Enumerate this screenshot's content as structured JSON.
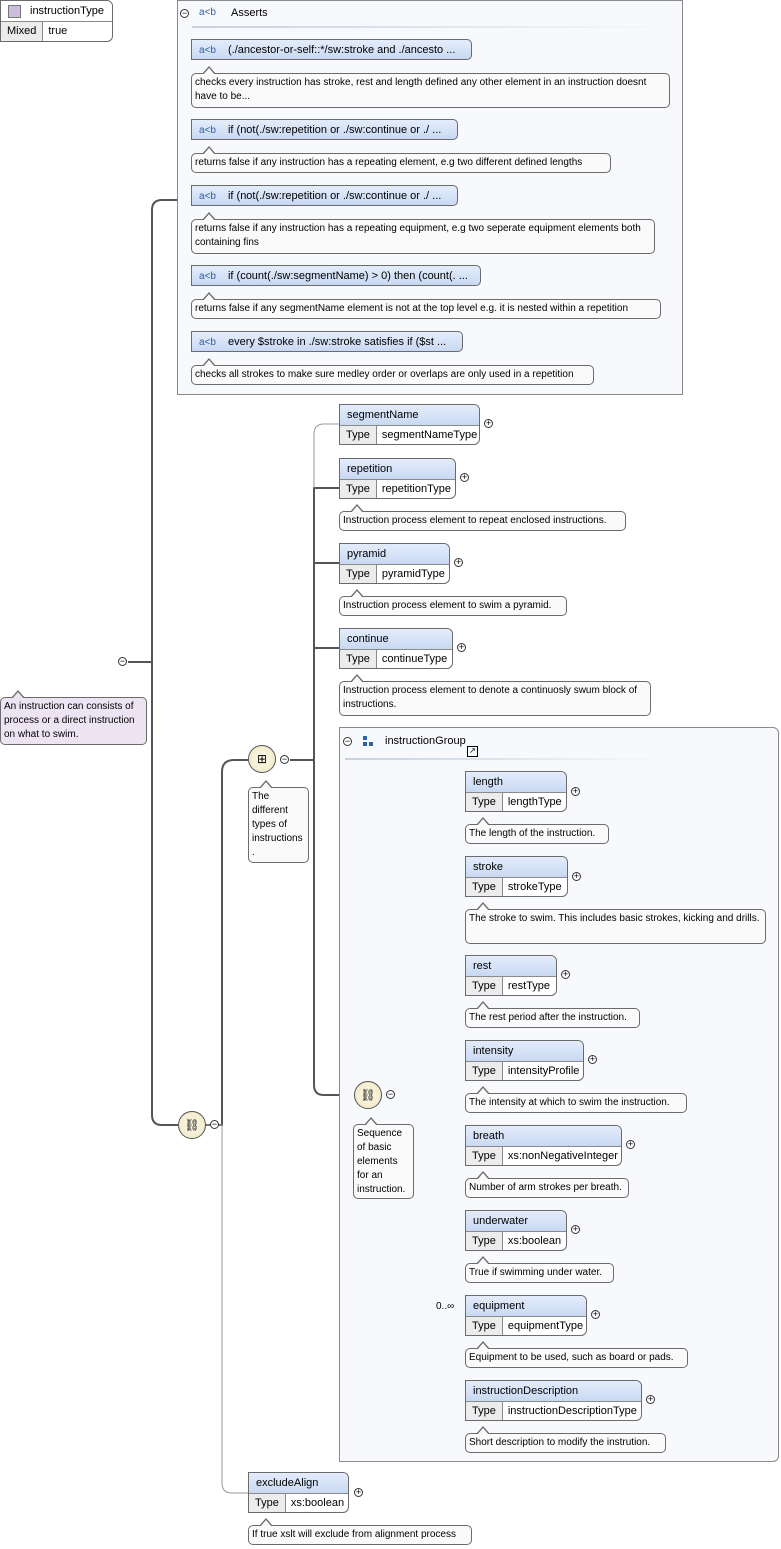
{
  "root": {
    "name": "instructionType",
    "attr_key": "Mixed",
    "attr_val": "true",
    "doc": "An instruction can consists of process or a direct instruction on what to swim."
  },
  "asserts": {
    "title": "Asserts",
    "tag": "a<b",
    "items": [
      {
        "expr": "(./ancestor-or-self::*/sw:stroke and ./ancesto ...",
        "doc": "checks every instruction has stroke, rest and length defined any other element in an instruction doesnt have to be..."
      },
      {
        "expr": "if (not(./sw:repetition or ./sw:continue or ./ ...",
        "doc": "returns false if any instruction has a repeating element, e.g two different defined lengths"
      },
      {
        "expr": "if (not(./sw:repetition or ./sw:continue or ./ ...",
        "doc": "returns false if any instruction has a repeating equipment, e.g two seperate equipment elements both containing fins"
      },
      {
        "expr": "if (count(./sw:segmentName) > 0) then (count(. ...",
        "doc": "returns false if any segmentName element is not at the top level e.g. it is nested within a repetition"
      },
      {
        "expr": "every $stroke in ./sw:stroke satisfies if ($st ...",
        "doc": "checks all strokes to make sure medley order or overlaps are only used in a repetition"
      }
    ]
  },
  "choice_doc": "The different types of instructions .",
  "seq_doc": "Sequence of basic elements for an instruction.",
  "type_label": "Type",
  "choice_elements": [
    {
      "name": "segmentName",
      "type": "segmentNameType",
      "doc": ""
    },
    {
      "name": "repetition",
      "type": "repetitionType",
      "doc": "Instruction process element to repeat enclosed instructions."
    },
    {
      "name": "pyramid",
      "type": "pyramidType",
      "doc": "Instruction process element to swim a pyramid."
    },
    {
      "name": "continue",
      "type": "continueType",
      "doc": "Instruction process element to denote a continuosly swum block of instructions."
    }
  ],
  "group": {
    "name": "instructionGroup"
  },
  "seq_elements": [
    {
      "name": "length",
      "type": "lengthType",
      "doc": "The length of the instruction.",
      "card": ""
    },
    {
      "name": "stroke",
      "type": "strokeType",
      "doc": "The stroke to swim. This includes basic strokes, kicking and drills.",
      "card": ""
    },
    {
      "name": "rest",
      "type": "restType",
      "doc": "The rest period after the instruction.",
      "card": ""
    },
    {
      "name": "intensity",
      "type": "intensityProfile",
      "doc": "The intensity at which to swim the instruction.",
      "card": ""
    },
    {
      "name": "breath",
      "type": "xs:nonNegativeInteger",
      "doc": "Number of arm strokes per breath.",
      "card": ""
    },
    {
      "name": "underwater",
      "type": "xs:boolean",
      "doc": "True if swimming under water.",
      "card": ""
    },
    {
      "name": "equipment",
      "type": "equipmentType",
      "doc": "Equipment to be used, such as board or pads.",
      "card": "0..∞"
    },
    {
      "name": "instructionDescription",
      "type": "instructionDescriptionType",
      "doc": "Short description to modify the instrution.",
      "card": ""
    }
  ],
  "exclude": {
    "name": "excludeAlign",
    "type": "xs:boolean",
    "doc": "If true xslt will exclude from alignment process"
  }
}
